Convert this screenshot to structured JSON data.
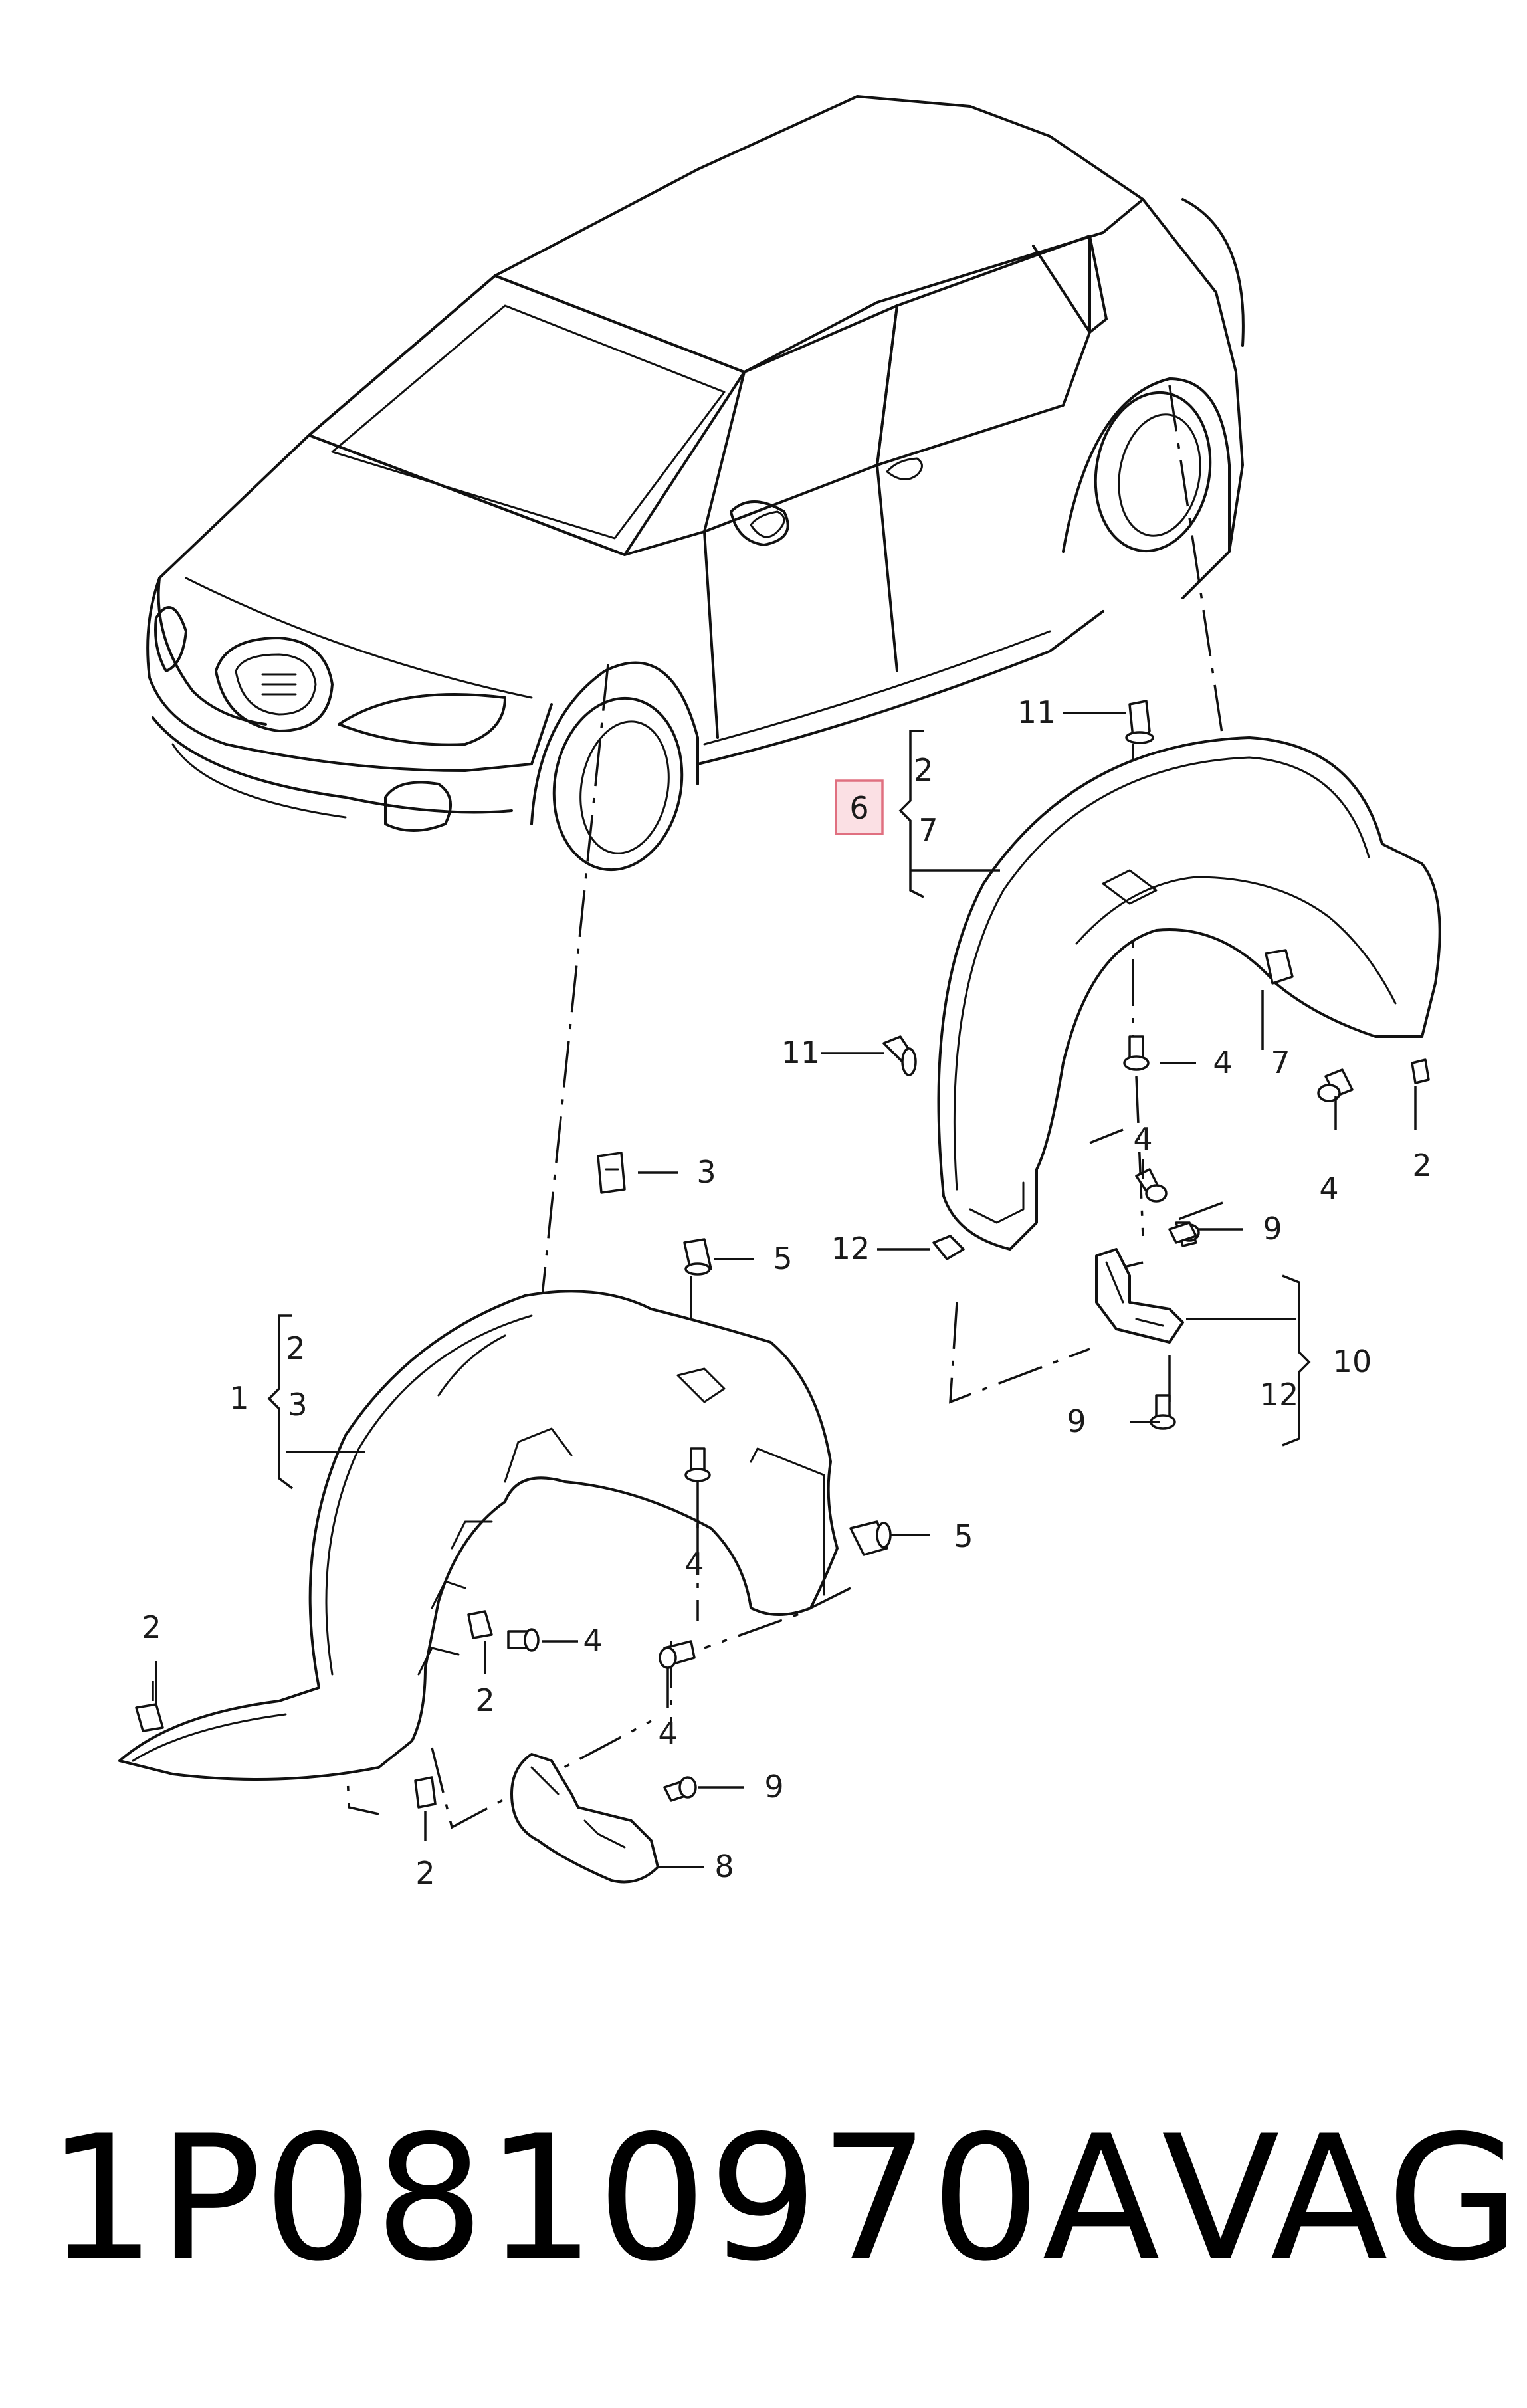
{
  "diagram": {
    "callouts": {
      "c11_top": "11",
      "c2_upper_bracket": "2",
      "c6_highlighted": "6",
      "c7_upper_bracket": "7",
      "c11_left": "11",
      "c4_rear_inner": "4",
      "c7_rear_right": "7",
      "c4_rear_lower": "4",
      "c4_rear_right": "4",
      "c2_rear_right": "2",
      "c12_left": "12",
      "c9_upper": "9",
      "c10_bracket": "10",
      "c12_bracket": "12",
      "c9_lower": "9",
      "c3_top": "3",
      "c5_top": "5",
      "c2_left_bracket": "2",
      "c1_bracket": "1",
      "c3_left_bracket": "3",
      "c4_front_center": "4",
      "c5_right": "5",
      "c2_front_left": "2",
      "c4_front_mid": "4",
      "c2_front_mid": "2",
      "c4_front_lower": "4",
      "c9_front": "9",
      "c8_front": "8",
      "c2_front_bottom": "2"
    },
    "highlight_color": "#fbe0e4"
  },
  "footer": {
    "part_number": "1P0810970A",
    "brand": "VAG"
  }
}
